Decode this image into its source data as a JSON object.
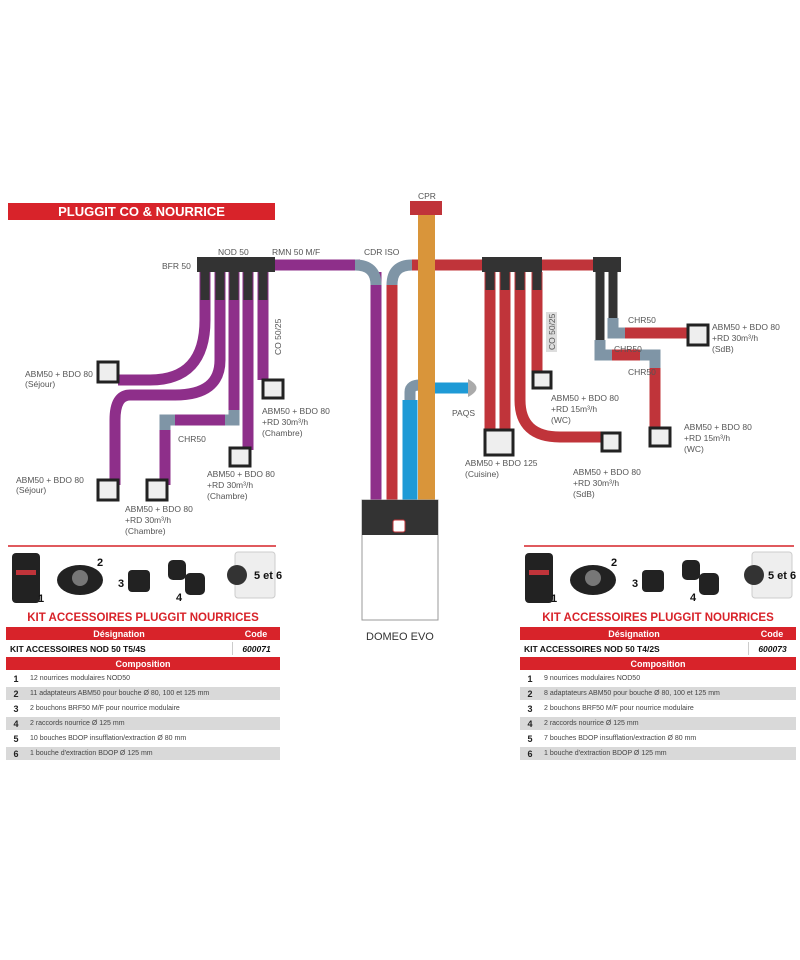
{
  "title": "PLUGGIT CO & NOURRICE",
  "labels": {
    "cpr": "CPR",
    "bfr50": "BFR 50",
    "nod50": "NOD 50",
    "rmn50": "RMN 50 M/F",
    "cdr_iso": "CDR ISO",
    "co_left": "CO 50/25",
    "co_right": "CO 50/25",
    "paqs": "PAQS",
    "domeo": "DOMEO EVO",
    "chr50_left": "CHR50",
    "chr50_r1": "CHR50",
    "chr50_r2": "CHR50",
    "chr50_r3": "CHR50"
  },
  "outlets_left": [
    {
      "lines": [
        "ABM50 + BDO 80",
        "(Séjour)"
      ]
    },
    {
      "lines": [
        "ABM50 + BDO 80",
        "(Séjour)"
      ]
    },
    {
      "lines": [
        "ABM50 + BDO 80",
        "+RD 30m³/h",
        "(Chambre)"
      ]
    },
    {
      "lines": [
        "ABM50 + BDO 80",
        "+RD 30m³/h",
        "(Chambre)"
      ]
    },
    {
      "lines": [
        "ABM50 + BDO 80",
        "+RD 30m³/h",
        "(Chambre)"
      ]
    }
  ],
  "outlets_right": [
    {
      "lines": [
        "ABM50 + BDO 125",
        "(Cuisine)"
      ]
    },
    {
      "lines": [
        "ABM50 + BDO 80",
        "+RD 15m³/h",
        "(WC)"
      ]
    },
    {
      "lines": [
        "ABM50 + BDO 80",
        "+RD 30m³/h",
        "(SdB)"
      ]
    },
    {
      "lines": [
        "ABM50 + BDO 80",
        "+RD 30m³/h",
        "(SdB)"
      ]
    },
    {
      "lines": [
        "ABM50 + BDO 80",
        "+RD 15m³/h",
        "(WC)"
      ]
    }
  ],
  "colors": {
    "red": "#d8232a",
    "purple": "#8e2f8a",
    "pipe_red": "#c0343a",
    "blue": "#1e9ad6",
    "orange": "#d9953a",
    "grey": "#7f95a6"
  },
  "kits": [
    {
      "product_numbers": [
        "1",
        "2",
        "3",
        "4",
        "5 et 6"
      ],
      "title": "KIT ACCESSOIRES PLUGGIT NOURRICES",
      "designation_header": "Désignation",
      "code_header": "Code",
      "name": "KIT ACCESSOIRES NOD 50 T5/4S",
      "code": "600071",
      "composition_header": "Composition",
      "items": [
        {
          "n": "1",
          "text": "12 nourrices modulaires NOD50"
        },
        {
          "n": "2",
          "text": "11 adaptateurs  ABM50 pour bouche Ø 80, 100 et 125 mm"
        },
        {
          "n": "3",
          "text": "2 bouchons BRF50 M/F pour nourrice modulaire"
        },
        {
          "n": "4",
          "text": "2 raccords nourrice Ø 125 mm"
        },
        {
          "n": "5",
          "text": "10 bouches BDOP  insufflation/extraction Ø 80 mm"
        },
        {
          "n": "6",
          "text": "1 bouche d'extraction BDOP Ø 125 mm"
        }
      ]
    },
    {
      "product_numbers": [
        "1",
        "2",
        "3",
        "4",
        "5 et 6"
      ],
      "title": "KIT ACCESSOIRES PLUGGIT NOURRICES",
      "designation_header": "Désignation",
      "code_header": "Code",
      "name": "KIT ACCESSOIRES NOD 50 T4/2S",
      "code": "600073",
      "composition_header": "Composition",
      "items": [
        {
          "n": "1",
          "text": "9 nourrices modulaires NOD50"
        },
        {
          "n": "2",
          "text": "8 adaptateurs  ABM50 pour bouche Ø 80, 100 et 125 mm"
        },
        {
          "n": "3",
          "text": "2 bouchons BRF50 M/F pour nourrice modulaire"
        },
        {
          "n": "4",
          "text": "2 raccords nourrice Ø 125 mm"
        },
        {
          "n": "5",
          "text": "7 bouches BDOP  insufflation/extraction Ø 80 mm"
        },
        {
          "n": "6",
          "text": "1 bouche d'extraction BDOP Ø 125 mm"
        }
      ]
    }
  ]
}
